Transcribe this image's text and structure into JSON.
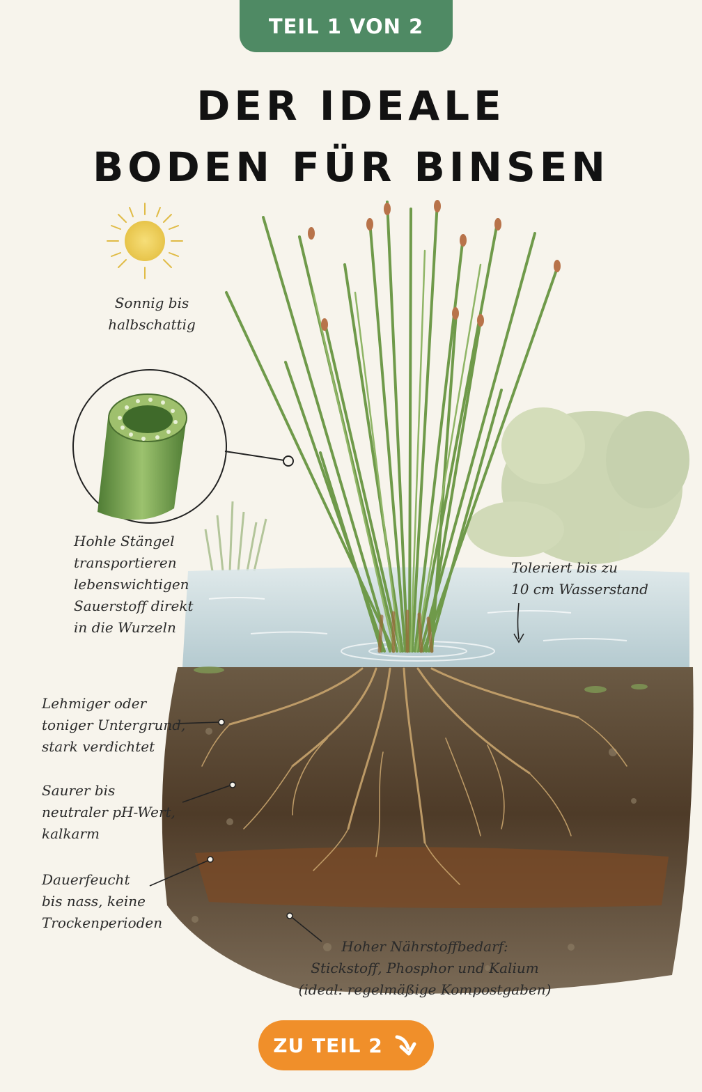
{
  "badge": {
    "label": "TEIL 1 VON 2"
  },
  "title": {
    "line1": "DER IDEALE",
    "line2": "BODEN FÜR BINSEN"
  },
  "annotations": {
    "sun": [
      "Sonnig bis",
      "halbschattig"
    ],
    "stem": [
      "Hohle Stängel",
      "transportieren",
      "lebenswichtigen",
      "Sauerstoff direkt",
      "in die Wurzeln"
    ],
    "water": [
      "Toleriert bis zu",
      "10 cm Wasserstand"
    ],
    "clay": [
      "Lehmiger oder",
      "toniger Untergrund,",
      "stark verdichtet"
    ],
    "ph": [
      "Saurer bis",
      "neutraler pH-Wert,",
      "kalkarm"
    ],
    "moisture": [
      "Dauerfeucht",
      "bis nass, keine",
      "Trockenperioden"
    ],
    "nutrients": [
      "Hoher Nährstoffbedarf:",
      "Stickstoff, Phosphor und Kalium",
      "(ideal: regelmäßige Kompostgaben)"
    ]
  },
  "cta": {
    "label": "ZU TEIL 2",
    "icon": "arrow-down-right-icon"
  },
  "colors": {
    "badge": "#4f8a64",
    "cta": "#f08f2a",
    "stem": "#6f9a4a",
    "soil": "#5c4630",
    "water": "#b8cfd6"
  }
}
